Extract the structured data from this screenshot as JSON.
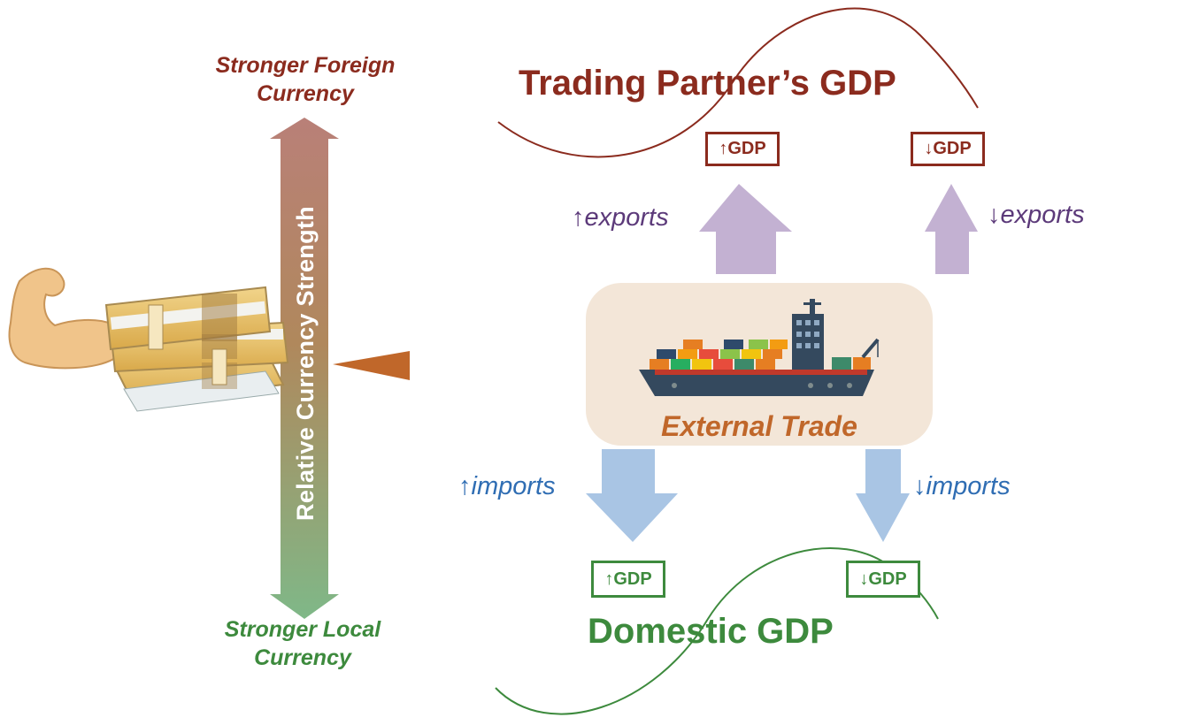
{
  "axis": {
    "top_label": "Stronger Foreign Currency",
    "bottom_label": "Stronger Local Currency",
    "title": "Relative Currency Strength"
  },
  "trading_partner": {
    "title": "Trading Partner’s GDP",
    "gdp_up": "↑GDP",
    "gdp_down": "↓GDP"
  },
  "external_trade": {
    "label": "External Trade"
  },
  "flows": {
    "exports_up": "↑exports",
    "exports_down": "↓exports",
    "imports_up": "↑imports",
    "imports_down": "↓imports"
  },
  "domestic": {
    "title": "Domestic GDP",
    "gdp_up": "↑GDP",
    "gdp_down": "↓GDP"
  },
  "colors": {
    "partner_red": "#8b2b1e",
    "domestic_green": "#3d8a3d",
    "export_arrow": "#c3b1d2",
    "import_arrow": "#a9c5e4",
    "trade_box": "#f3e6d8",
    "pointer": "#c0672a"
  },
  "icons": [
    "flexed-arm-icon",
    "cash-bundles-icon",
    "cargo-ship-icon",
    "pointer-triangle-icon"
  ]
}
